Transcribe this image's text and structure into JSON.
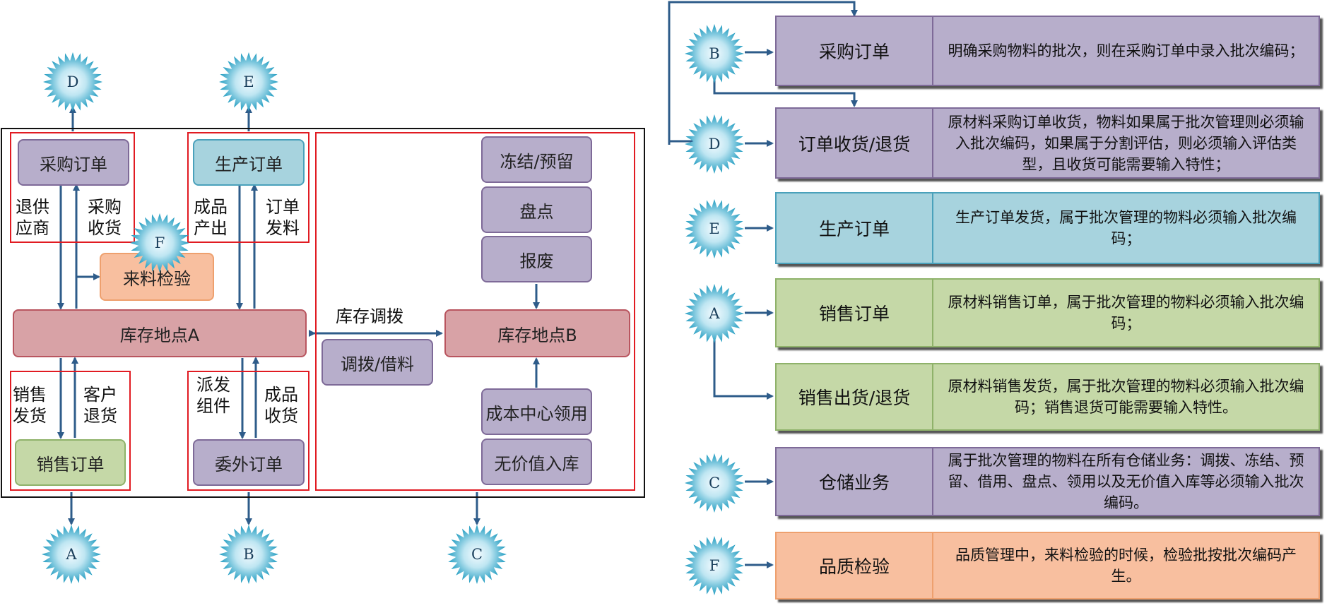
{
  "left": {
    "purchase_order": "采购订单",
    "production_order": "生产订单",
    "freeze_reserve": "冻结/预留",
    "stocktake": "盘点",
    "scrap": "报废",
    "incoming_inspection": "来料检验",
    "location_a": "库存地点A",
    "location_b": "库存地点B",
    "transfer_label": "库存调拨",
    "transfer_borrow": "调拨/借料",
    "cost_center": "成本中心领用",
    "no_value_in": "无价值入库",
    "sales_order": "销售订单",
    "subcontract_order": "委外订单",
    "lbl_return_vendor": "退供\n应商",
    "lbl_purchase_receipt": "采购\n收货",
    "lbl_finished_output": "成品\n产出",
    "lbl_order_issue": "订单\n发料",
    "lbl_sales_ship": "销售\n发货",
    "lbl_customer_return": "客户\n退货",
    "lbl_dispatch_parts": "派发\n组件",
    "lbl_finished_receipt": "成品\n收货"
  },
  "stars": {
    "top_d": "D",
    "top_e": "E",
    "mid_f": "F",
    "bottom_a": "A",
    "bottom_b": "B",
    "bottom_c": "C"
  },
  "rows": [
    {
      "letter": "B",
      "name": "采购订单",
      "desc": "明确采购物料的批次，则在采购订单中录入批次编码；",
      "color": "#b7aecb"
    },
    {
      "letter": "D",
      "name": "订单收货/退货",
      "desc": "原材料采购订单收货，物料如果属于批次管理则必须输入批次编码，如果属于分割评估，则必须输入评估类型，且收货可能需要输入特性；",
      "color": "#b7aecb"
    },
    {
      "letter": "E",
      "name": "生产订单",
      "desc": "生产订单发货，属于批次管理的物料必须输入批次编码；",
      "color": "#a7d3de"
    },
    {
      "letter": "A",
      "name": "销售订单",
      "desc": "原材料销售订单，属于批次管理的物料必须输入批次编码；",
      "color": "#c5d8a7"
    },
    {
      "letter": "",
      "name": "销售出货/退货",
      "desc": "原材料销售发货，属于批次管理的物料必须输入批次编码；销售退货可能需要输入特性。",
      "color": "#c5d8a7"
    },
    {
      "letter": "C",
      "name": "仓储业务",
      "desc": "属于批次管理的物料在所有仓储业务：调拨、冻结、预留、借用、盘点、领用以及无价值入库等必须输入批次编码。",
      "color": "#b7aecb"
    },
    {
      "letter": "F",
      "name": "品质检验",
      "desc": "品质管理中，来料检验的时候，检验批按批次编码产生。",
      "color": "#f8bf9f"
    }
  ]
}
